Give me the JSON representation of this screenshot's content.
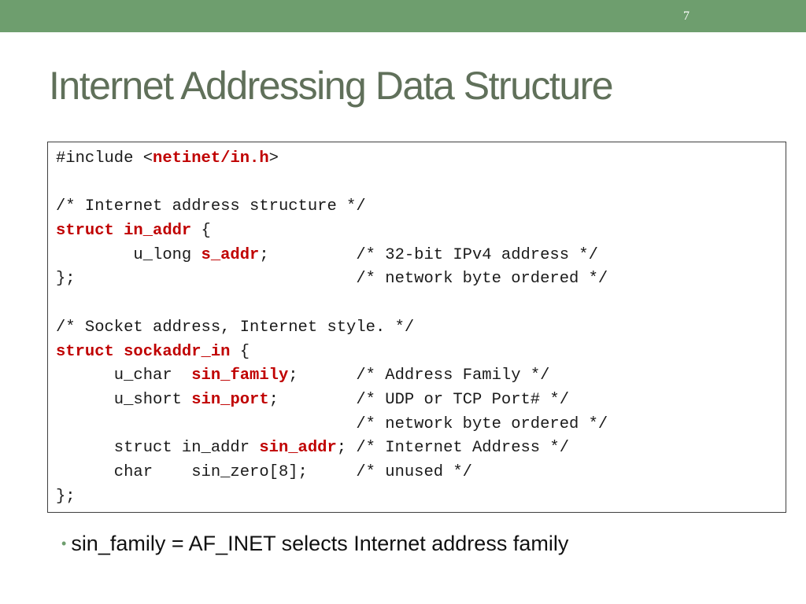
{
  "slide": {
    "number": "7",
    "title": "Internet Addressing Data Structure"
  },
  "code": {
    "lines": [
      [
        {
          "t": "#include <"
        },
        {
          "t": "netinet/in.h",
          "k": true
        },
        {
          "t": ">"
        }
      ],
      [],
      [
        {
          "t": "/* Internet address structure */"
        }
      ],
      [
        {
          "t": "struct in_addr",
          "k": true
        },
        {
          "t": " {"
        }
      ],
      [
        {
          "t": "        u_long "
        },
        {
          "t": "s_addr",
          "k": true
        },
        {
          "t": ";         /* 32-bit IPv4 address */"
        }
      ],
      [
        {
          "t": "};                             /* network byte ordered */"
        }
      ],
      [],
      [
        {
          "t": "/* Socket address, Internet style. */"
        }
      ],
      [
        {
          "t": "struct sockaddr_in",
          "k": true
        },
        {
          "t": " {"
        }
      ],
      [
        {
          "t": "      u_char  "
        },
        {
          "t": "sin_family",
          "k": true
        },
        {
          "t": ";      /* Address Family */"
        }
      ],
      [
        {
          "t": "      u_short "
        },
        {
          "t": "sin_port",
          "k": true
        },
        {
          "t": ";        /* UDP or TCP Port# */"
        }
      ],
      [
        {
          "t": "                               /* network byte ordered */"
        }
      ],
      [
        {
          "t": "      struct in_addr "
        },
        {
          "t": "sin_addr",
          "k": true
        },
        {
          "t": "; /* Internet Address */"
        }
      ],
      [
        {
          "t": "      char    sin_zero[8];     /* unused */"
        }
      ],
      [
        {
          "t": "};"
        }
      ]
    ]
  },
  "bullets": [
    {
      "text": "sin_family = AF_INET selects Internet address family"
    }
  ],
  "colors": {
    "accent_bar": "#6e9e6e",
    "title": "#60705a",
    "keyword": "#c00000"
  }
}
